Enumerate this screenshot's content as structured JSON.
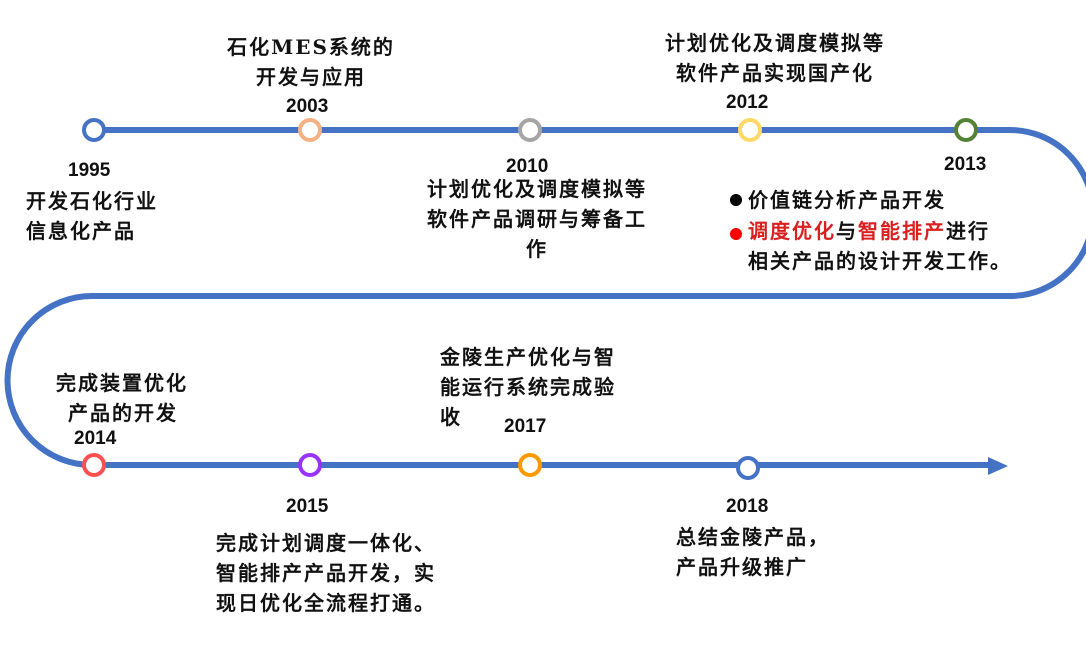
{
  "line_color": "#4472c4",
  "milestones": [
    {
      "year": "1995",
      "color": "#4472c4",
      "lines": [
        "开发石化行业",
        "信息化产品"
      ]
    },
    {
      "year": "2003",
      "color": "#f4b183",
      "lines": [
        "石化MES系统的",
        "开发与应用"
      ]
    },
    {
      "year": "2010",
      "color": "#a5a5a5",
      "lines": [
        "计划优化及调度模拟等",
        "软件产品调研与筹备工",
        "作"
      ]
    },
    {
      "year": "2012",
      "color": "#ffd966",
      "lines": [
        "计划优化及调度模拟等",
        "软件产品实现国产化"
      ]
    },
    {
      "year": "2013",
      "color": "#548235",
      "bullets": [
        {
          "color": "#000000",
          "text": "价值链分析产品开发"
        },
        {
          "color": "#ff0000",
          "red1": "调度优化",
          "mid": "与",
          "red2": "智能排产",
          "tail": "进行",
          "line2": "相关产品的设计开发工作。"
        }
      ]
    },
    {
      "year": "2014",
      "color": "#ff5050",
      "lines": [
        "完成装置优化",
        "产品的开发"
      ]
    },
    {
      "year": "2015",
      "color": "#9933ff",
      "lines": [
        "完成计划调度一体化、",
        "智能排产产品开发，实",
        "现日优化全流程打通。"
      ]
    },
    {
      "year": "2017",
      "color": "#ff9900",
      "lines": [
        "金陵生产优化与智",
        "能运行系统完成验",
        "收"
      ]
    },
    {
      "year": "2018",
      "color": "#4472c4",
      "lines": [
        "总结金陵产品，",
        "产品升级推广"
      ]
    }
  ]
}
